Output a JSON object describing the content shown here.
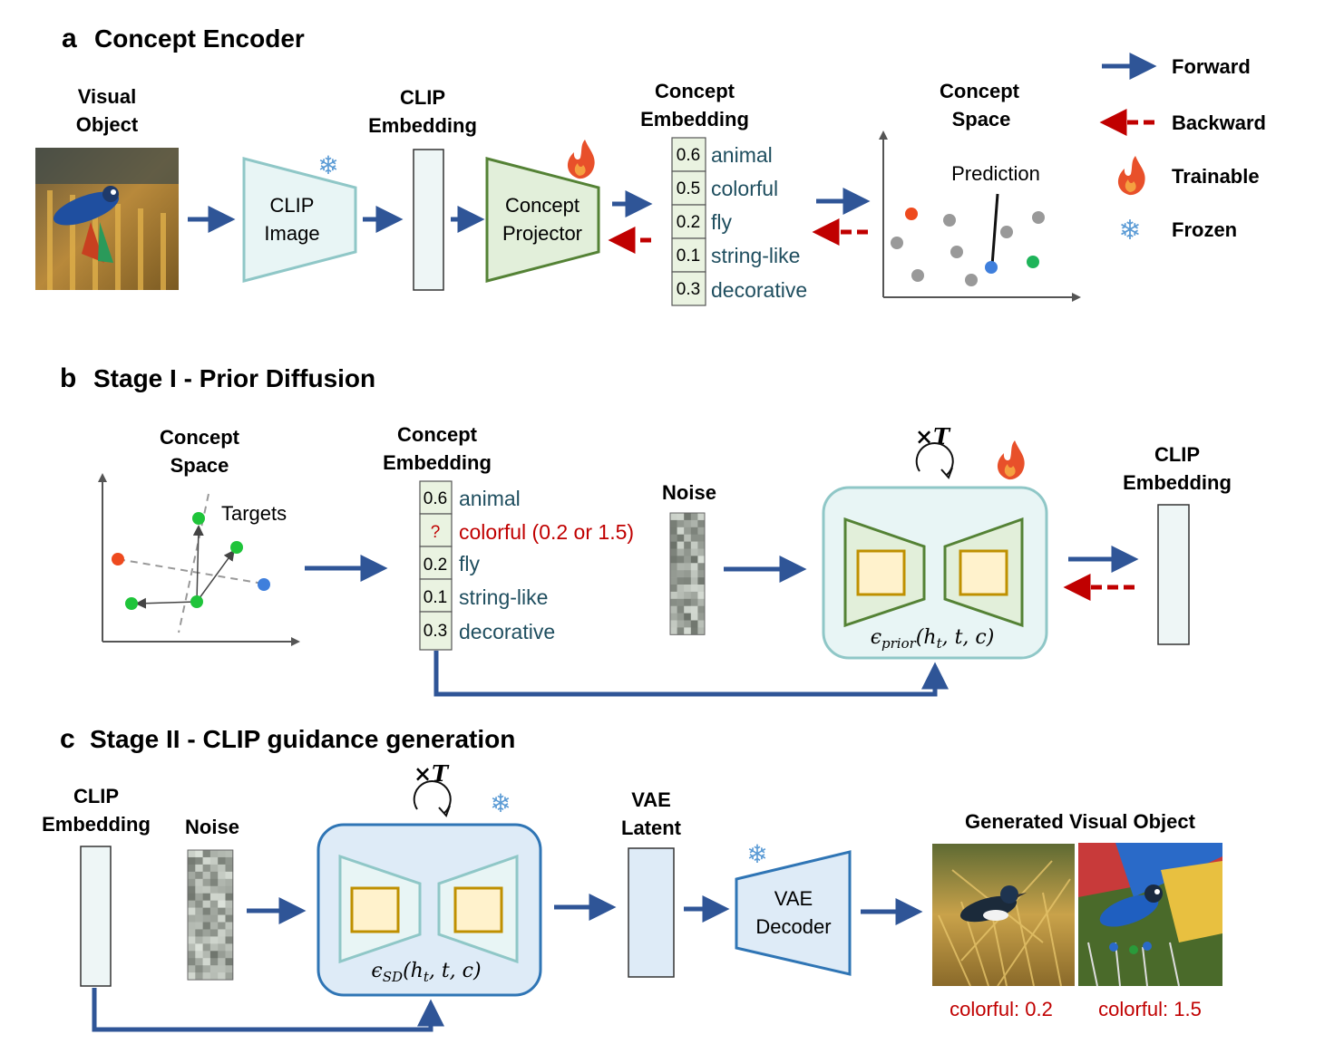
{
  "panel_a": {
    "letter": "a",
    "title": "Concept Encoder",
    "visual_object_line1": "Visual",
    "visual_object_line2": "Object",
    "clip_image_line1": "CLIP",
    "clip_image_line2": "Image",
    "clip_embedding_line1": "CLIP",
    "clip_embedding_line2": "Embedding",
    "projector_line1": "Concept",
    "projector_line2": "Projector",
    "concept_embedding_line1": "Concept",
    "concept_embedding_line2": "Embedding",
    "concept_space_line1": "Concept",
    "concept_space_line2": "Space",
    "prediction_label": "Prediction",
    "embedding_rows": [
      {
        "value": "0.6",
        "label": "animal"
      },
      {
        "value": "0.5",
        "label": "colorful"
      },
      {
        "value": "0.2",
        "label": "fly"
      },
      {
        "value": "0.1",
        "label": "string-like"
      },
      {
        "value": "0.3",
        "label": "decorative"
      }
    ]
  },
  "legend": {
    "forward": "Forward",
    "backward": "Backward",
    "trainable": "Trainable",
    "frozen": "Frozen"
  },
  "panel_b": {
    "letter": "b",
    "title": "Stage I - Prior Diffusion",
    "concept_space_line1": "Concept",
    "concept_space_line2": "Space",
    "targets_label": "Targets",
    "concept_embedding_line1": "Concept",
    "concept_embedding_line2": "Embedding",
    "noise_label": "Noise",
    "times_t": "×T",
    "epsilon_label": "ϵprior(ht, t, c)",
    "clip_embedding_line1": "CLIP",
    "clip_embedding_line2": "Embedding",
    "embedding_rows": [
      {
        "value": "0.6",
        "label": "animal"
      },
      {
        "value": "?",
        "label": "colorful (0.2 or 1.5)"
      },
      {
        "value": "0.2",
        "label": "fly"
      },
      {
        "value": "0.1",
        "label": "string-like"
      },
      {
        "value": "0.3",
        "label": "decorative"
      }
    ]
  },
  "panel_c": {
    "letter": "c",
    "title": "Stage II -  CLIP guidance generation",
    "clip_embedding_line1": "CLIP",
    "clip_embedding_line2": "Embedding",
    "noise_label": "Noise",
    "times_t": "×T",
    "epsilon_label": "ϵSD(ht, t, c)",
    "vae_latent_line1": "VAE",
    "vae_latent_line2": "Latent",
    "vae_decoder_line1": "VAE",
    "vae_decoder_line2": "Decoder",
    "generated_title": "Generated Visual Object",
    "caption_left": "colorful: 0.2",
    "caption_right": "colorful: 1.5"
  },
  "colors": {
    "forward_arrow": "#2f5597",
    "backward_arrow": "#c00000",
    "concept_text": "#1f4e5f",
    "highlight_text": "#c00000",
    "projector_fill": "#e2efda",
    "projector_stroke": "#548235",
    "clip_fill": "#e8f5f5",
    "clip_stroke": "#8fc7c7",
    "cell_fill": "#eaf3e1"
  }
}
